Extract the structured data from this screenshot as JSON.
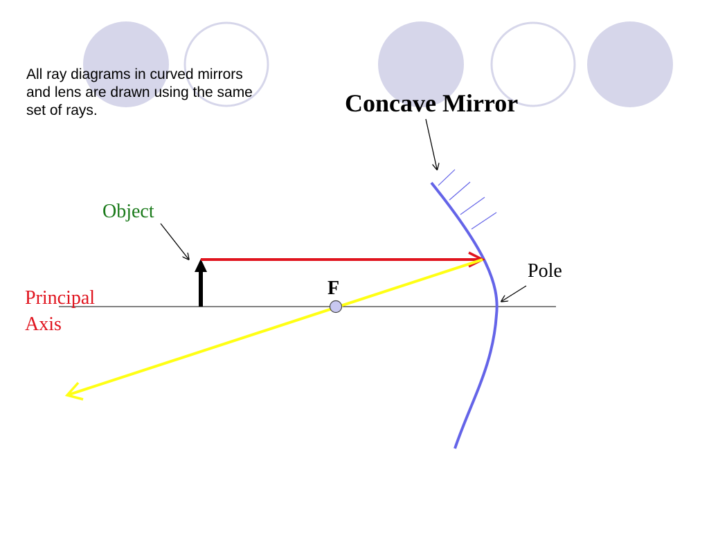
{
  "intro_text": "All ray diagrams in curved mirrors and lens are drawn using the same set of rays.",
  "labels": {
    "title": "Concave Mirror",
    "object": "Object",
    "pole": "Pole",
    "focus": "F",
    "principal_axis_line1": "Principal",
    "principal_axis_line2": "Axis"
  },
  "colors": {
    "decor_circle": "#d6d6ea",
    "mirror": "#6464e8",
    "incident_ray": "#e0141e",
    "reflected_ray": "#ffff14",
    "object_arrow": "#000000",
    "focus_point": "#c8c8f0",
    "object_label": "#1a7a1a",
    "axis_label": "#e0141e"
  }
}
